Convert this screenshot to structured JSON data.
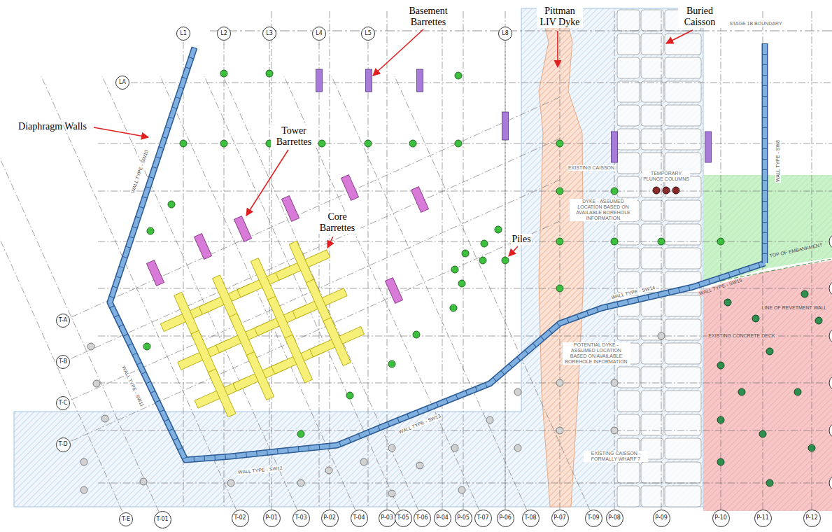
{
  "diagram": {
    "nodes": [
      {
        "text": [
          "L1"
        ]
      },
      {
        "text": [
          "L2"
        ]
      },
      {
        "text": [
          "L3"
        ]
      },
      {
        "text": [
          "L4"
        ]
      },
      {
        "text": [
          "L5"
        ]
      },
      {
        "text": [
          "L8"
        ]
      },
      {
        "text": [
          "LA"
        ]
      },
      {
        "text": [
          "T-A"
        ]
      },
      {
        "text": [
          "T-B"
        ]
      },
      {
        "text": [
          "T-C"
        ]
      },
      {
        "text": [
          "T-D"
        ]
      },
      {
        "text": [
          "T-E"
        ]
      },
      {
        "text": [
          "T-01"
        ]
      },
      {
        "text": [
          "T-02"
        ]
      },
      {
        "text": [
          "P-01"
        ]
      },
      {
        "text": [
          "T-03"
        ]
      },
      {
        "text": [
          "P-02"
        ]
      },
      {
        "text": [
          "T-04"
        ]
      },
      {
        "text": [
          "P-03"
        ]
      },
      {
        "text": [
          "T-05"
        ]
      },
      {
        "text": [
          "T-06"
        ]
      },
      {
        "text": [
          "P-04"
        ]
      },
      {
        "text": [
          "P-05"
        ]
      },
      {
        "text": [
          "T-07"
        ]
      },
      {
        "text": [
          "P-06"
        ]
      },
      {
        "text": [
          "T-08"
        ]
      },
      {
        "text": [
          "P-07"
        ]
      },
      {
        "text": [
          "T-09"
        ]
      },
      {
        "text": [
          "P-08"
        ]
      },
      {
        "text": [
          "P-09"
        ]
      },
      {
        "text": [
          "P-10"
        ]
      },
      {
        "text": [
          "P-11"
        ]
      },
      {
        "text": [
          "P-12"
        ]
      }
    ],
    "labels": [
      "Diaphragm Walls",
      "Basement Barrettes",
      "Pittman LIV Dyke",
      "Buried Caisson",
      "Tower Barrettes",
      "Core Barrettes",
      "Piles",
      "STAGE 1B BOUNDARY",
      "EXISTING CAISSON",
      "TEMPORARY PLUNGE COLUMNS",
      "DYKE - ASSUMED LOCATION BASED ON AVAILABLE BOREHOLE INFORMATION",
      "TOP OF EMBANKMENT",
      "LINE OF REVETMENT WALL",
      "EXISTING CONCRETE DECK",
      "POTENTIAL DYKE - ASSUMED LOCATION BASED ON AVAILABLE BOREHOLE INFORMATION",
      "EXISTING CAISSON - FORMALLY WHARF 7",
      "WALL TYPE - SW10",
      "WALL TYPE - SW11",
      "WALL TYPE - SW12",
      "WALL TYPE - SW13",
      "WALL TYPE - SW14",
      "WALL TYPE - SW15",
      "WALL TYPE - SW8"
    ]
  }
}
